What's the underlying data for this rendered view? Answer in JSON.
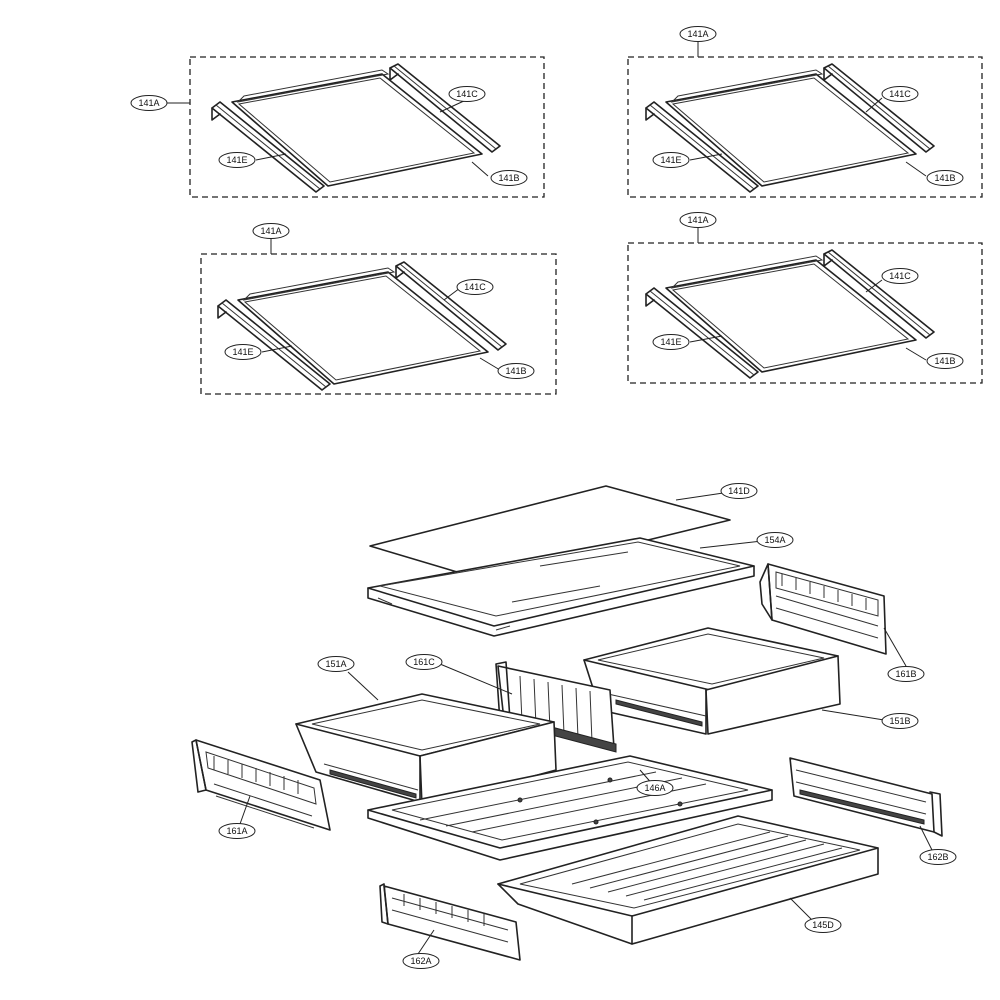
{
  "callouts": {
    "g1_141A": "141A",
    "g1_141C": "141C",
    "g1_141E": "141E",
    "g1_141B": "141B",
    "g2_141A": "141A",
    "g2_141C": "141C",
    "g2_141E": "141E",
    "g2_141B": "141B",
    "g3_141A": "141A",
    "g3_141C": "141C",
    "g3_141E": "141E",
    "g3_141B": "141B",
    "g4_141A": "141A",
    "g4_141C": "141C",
    "g4_141E": "141E",
    "g4_141B": "141B",
    "p141D": "141D",
    "p154A": "154A",
    "p161B": "161B",
    "p151A": "151A",
    "p161C": "161C",
    "p151B": "151B",
    "p161A": "161A",
    "p146A": "146A",
    "p162B": "162B",
    "p145D": "145D",
    "p162A": "162A"
  }
}
